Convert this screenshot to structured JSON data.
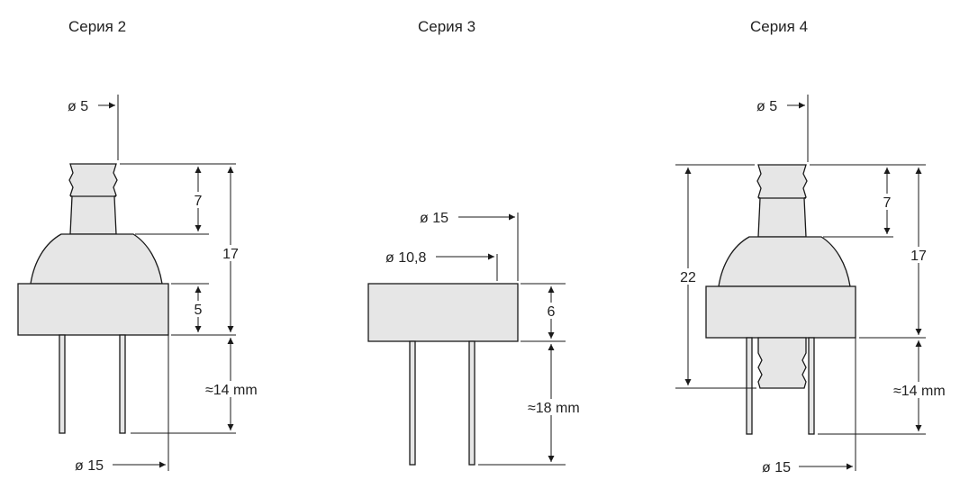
{
  "titles": {
    "s2": "Серия 2",
    "s3": "Серия 3",
    "s4": "Серия 4"
  },
  "series2": {
    "tip_diam": "ø 5",
    "body_diam": "ø 15",
    "d7": "7",
    "d17": "17",
    "d5": "5",
    "pins": "≈14 mm"
  },
  "series3": {
    "outer_diam": "ø 15",
    "inner_diam": "ø 10,8",
    "d6": "6",
    "pins": "≈18 mm"
  },
  "series4": {
    "tip_diam": "ø 5",
    "body_diam": "ø 15",
    "d7": "7",
    "d17": "17",
    "d22": "22",
    "pins": "≈14 mm"
  },
  "colors": {
    "fill": "#e6e6e6",
    "stroke": "#1a1a1a"
  }
}
